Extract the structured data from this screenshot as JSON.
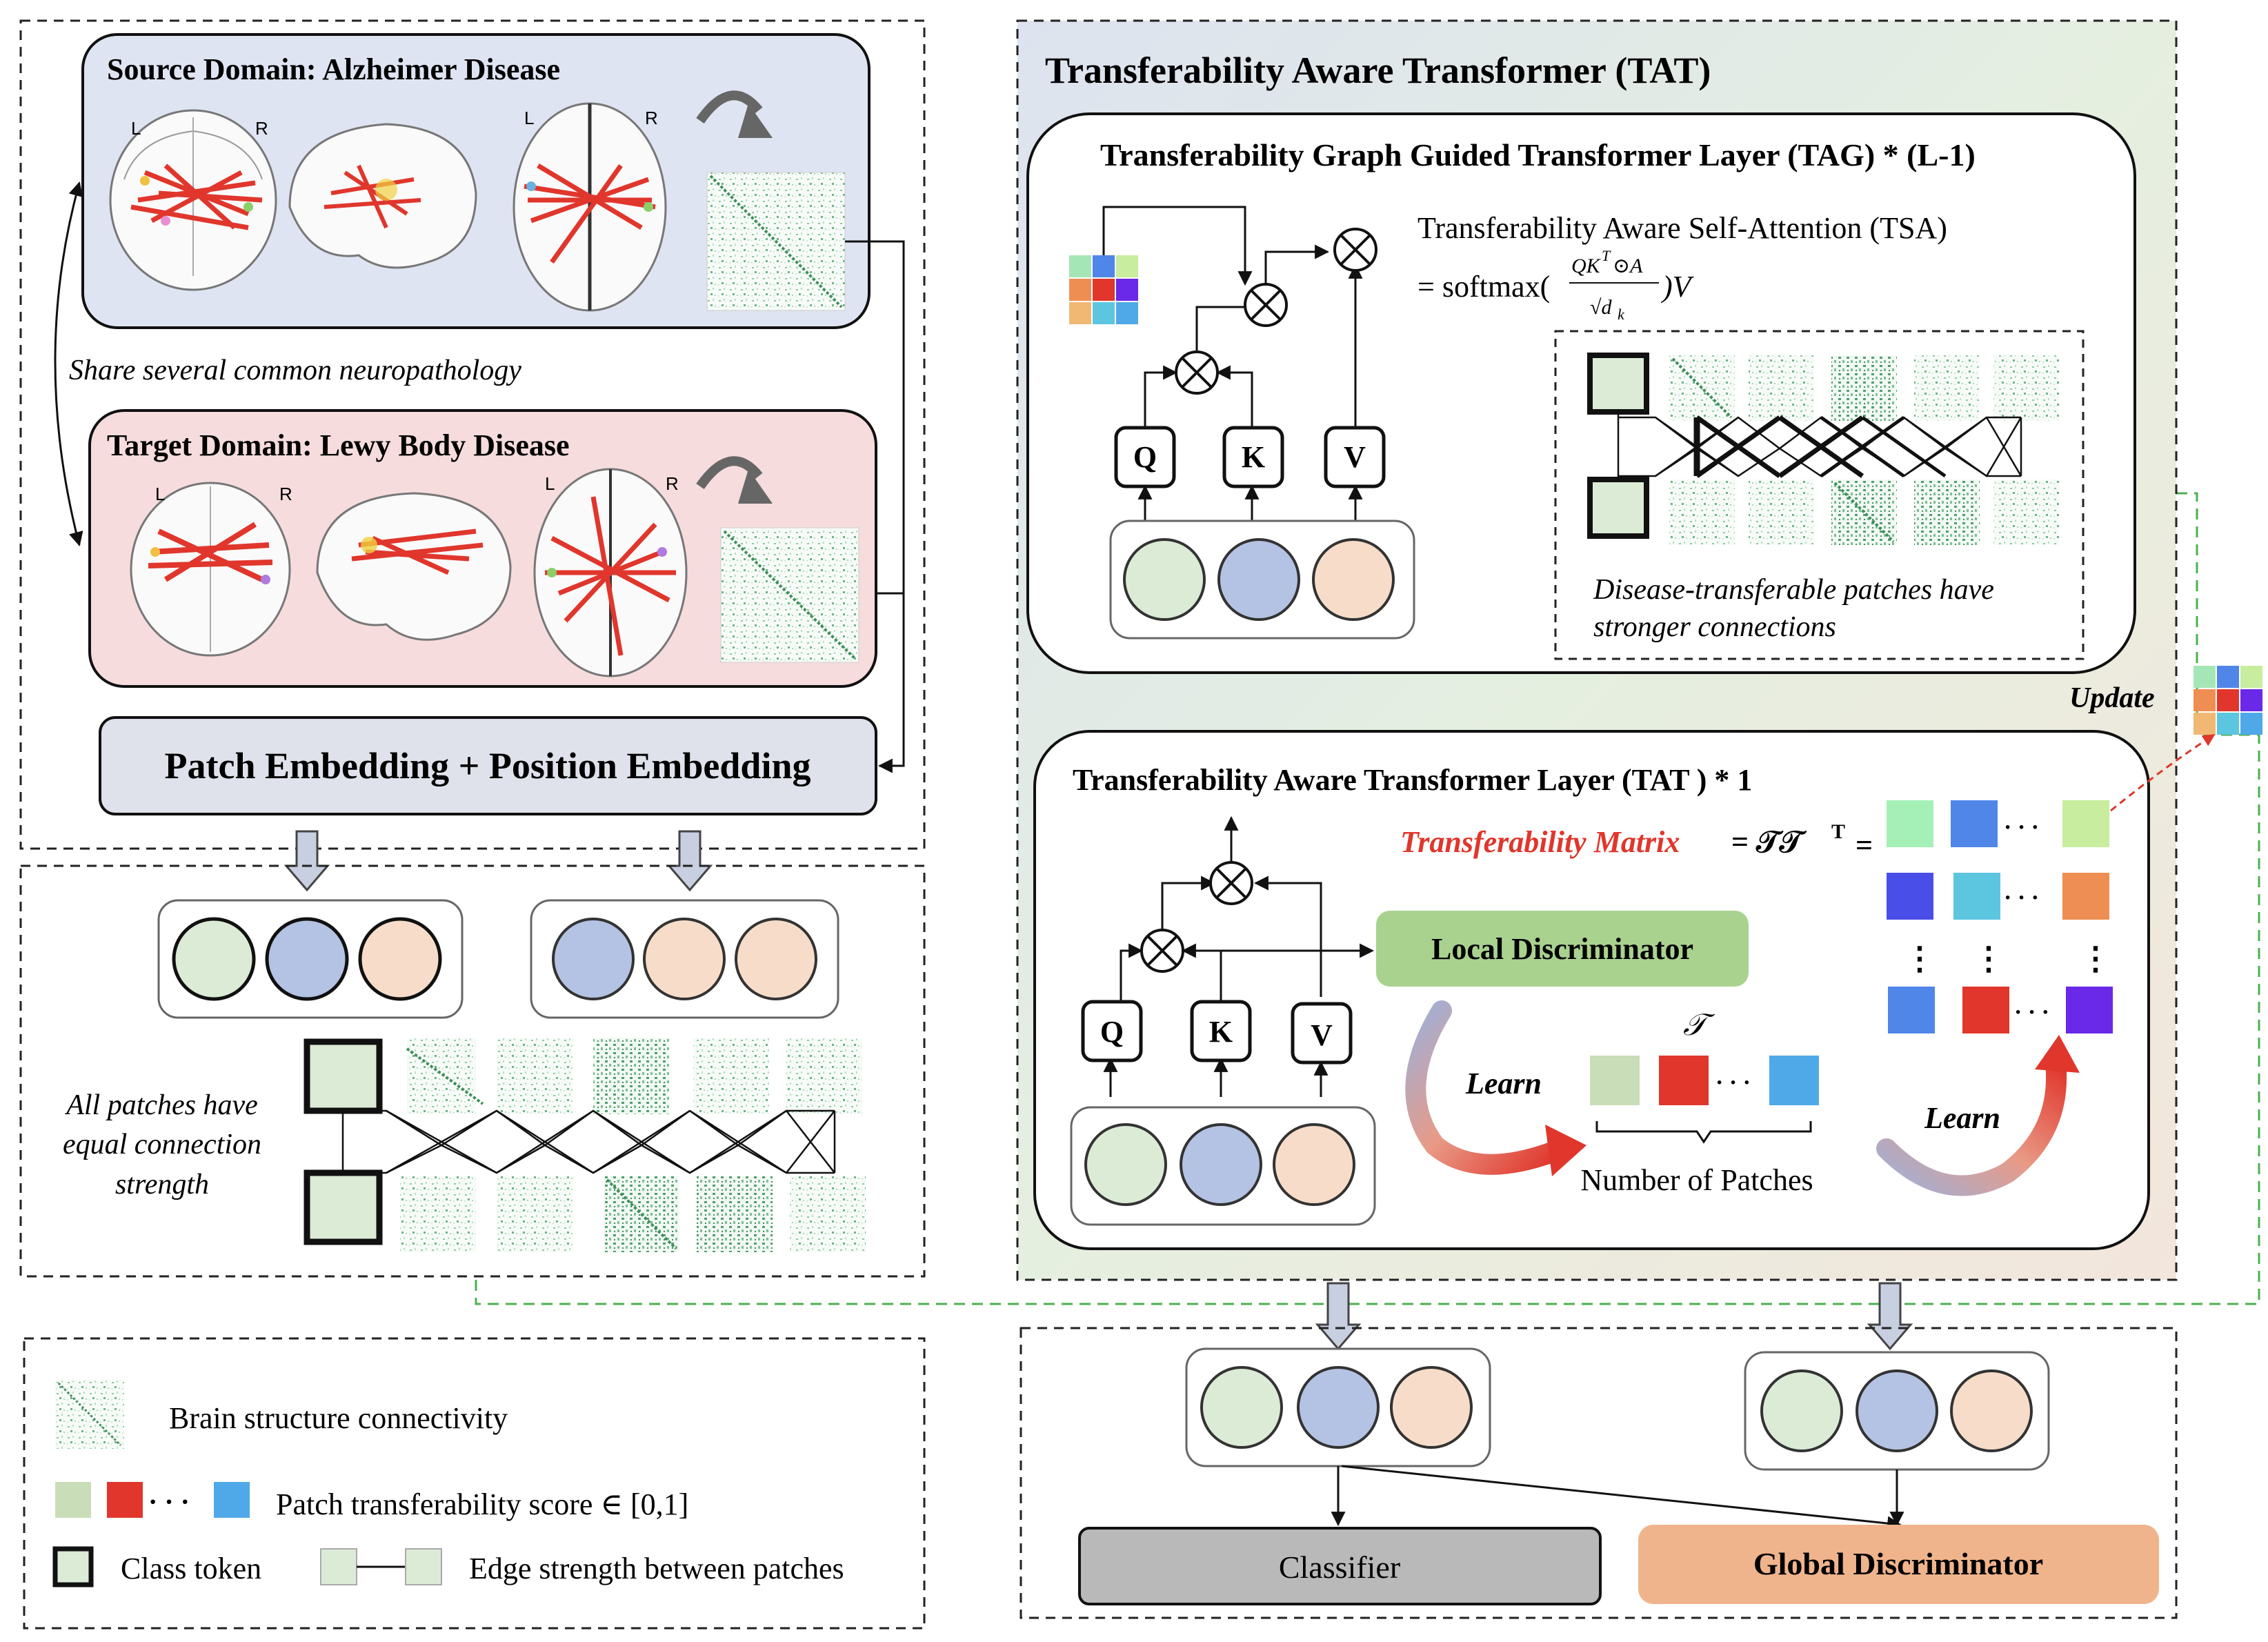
{
  "source": {
    "title": "Source Domain: Alzheimer Disease",
    "hemi_l": "L",
    "hemi_r": "R"
  },
  "shared_text": "Share several common neuropathology",
  "target": {
    "title": "Target Domain: Lewy Body Disease",
    "hemi_l": "L",
    "hemi_r": "R"
  },
  "embedding_label": "Patch Embedding + Position Embedding",
  "equal_text": [
    "All patches have",
    "equal connection",
    "strength"
  ],
  "tat_title": "Transferability Aware Transformer (TAT)",
  "tag": {
    "title": "Transferability Graph Guided Transformer Layer (TAG)  * (L-1)",
    "tsa_title": "Transferability Aware Self-Attention (TSA)",
    "tsa_eq_prefix": "= softmax(",
    "tsa_num": "QK",
    "tsa_sup": "T",
    "tsa_odot": "⊙A",
    "tsa_den": "√d",
    "tsa_den_sub": "k",
    "tsa_suffix": ")V",
    "q": "Q",
    "k": "K",
    "v": "V",
    "transfer_text": [
      "Disease-transferable patches have",
      "stronger connections"
    ]
  },
  "update_label": "Update",
  "tat_layer": {
    "title": "Transferability Aware Transformer Layer (TAT ) * 1",
    "matrix_label": "Transferability Matrix",
    "matrix_eq": "=  𝒯𝒯",
    "matrix_sup": "T",
    "matrix_eq2": "=",
    "q": "Q",
    "k": "K",
    "v": "V",
    "local_disc": "Local Discriminator",
    "learn1": "Learn",
    "learn2": "Learn",
    "t_symbol": "𝒯",
    "num_patches": "Number of Patches",
    "dots": "· · ·",
    "vdots": "⋮"
  },
  "classifier": "Classifier",
  "global_disc": "Global Discriminator",
  "legend": {
    "brain": "Brain structure connectivity",
    "score": "Patch transferability score ∈ [0,1]",
    "class_token": "Class token",
    "edge": "Edge strength between patches",
    "dots": "· · ·"
  },
  "colors": {
    "source_bg": "#dfe4f2",
    "target_bg": "#f6dcdc",
    "token_green": "#dcebd6",
    "token_blue": "#b4c3e3",
    "token_peach": "#f7ddc9",
    "local_disc": "#a9d28e",
    "global_disc": "#f0b48c",
    "classifier": "#b9b9b9",
    "matrix_red": "#e0362c",
    "dash_green": "#4cb050"
  }
}
